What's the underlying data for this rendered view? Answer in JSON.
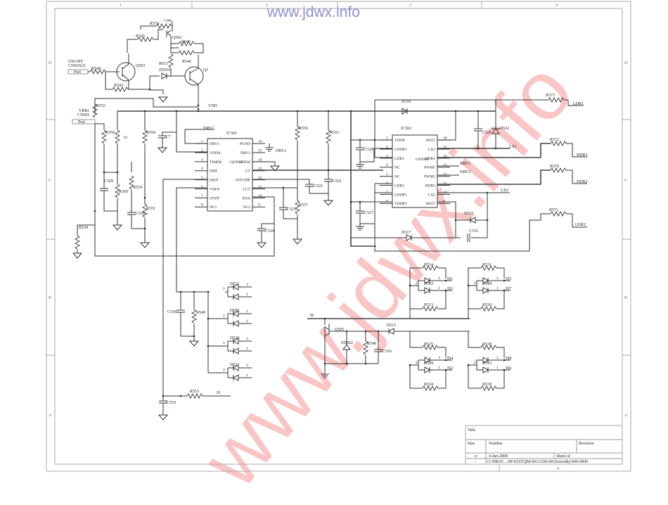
{
  "watermark": {
    "top_text": "www.jdwx.info",
    "diagonal_text": "www.jdwx.info"
  },
  "frame": {
    "columns": [
      "1",
      "2",
      "3",
      "4"
    ],
    "rows": [
      "D",
      "C",
      "B",
      "A"
    ],
    "bottom_column": "4"
  },
  "title_block": {
    "title_label": "Title",
    "size_label": "Size",
    "number_label": "Number",
    "revision_label": "Revision",
    "size_value": "e:",
    "date": "4-Jan-2008",
    "sheet_label": "Sheet   of",
    "file_prefix": ":",
    "file_path": "G:\\PROJ\\...\\SP-P2STQM-00\\G1D0-00\\DrawnBy\\000-0000"
  },
  "power_section": {
    "supply": "+24v",
    "on_off_label": "ON/OFF",
    "on_off_connector": "CN603(3)",
    "port_label": "Port",
    "vbri_label": "VBRI",
    "vbri_connector": "CN603",
    "vdd_label": "VDD",
    "components": [
      "R574",
      "R545",
      "Q502",
      "R547",
      "R544",
      "Q503",
      "R615",
      "R546",
      "ZD501",
      "Q1",
      "R543",
      "R552"
    ]
  },
  "ic501": {
    "ref": "IC501",
    "part": "OZ9939",
    "left_pins": [
      {
        "num": "1",
        "name": "DRV1"
      },
      {
        "num": "2",
        "name": "VDDA"
      },
      {
        "num": "3",
        "name": "TIMER"
      },
      {
        "num": "4",
        "name": "DIM"
      },
      {
        "num": "5",
        "name": "ISEN"
      },
      {
        "num": "6",
        "name": "VSEN"
      },
      {
        "num": "7",
        "name": "OVPT"
      },
      {
        "num": "8",
        "name": "NC1"
      }
    ],
    "right_pins": [
      {
        "num": "16",
        "name": "PGND"
      },
      {
        "num": "15",
        "name": "DRV2"
      },
      {
        "num": "14",
        "name": "GNDA"
      },
      {
        "num": "13",
        "name": "CT"
      },
      {
        "num": "12",
        "name": "SSTCMP"
      },
      {
        "num": "11",
        "name": "LCT"
      },
      {
        "num": "10",
        "name": "ENA"
      },
      {
        "num": "9",
        "name": "NC2"
      }
    ],
    "net_labels": [
      "DRV1",
      "DRV2"
    ]
  },
  "ic502": {
    "ref": "IC502",
    "part": "OZ9982",
    "left_pins": [
      {
        "num": "1",
        "name": "VDDP"
      },
      {
        "num": "2",
        "name": "GNDP1"
      },
      {
        "num": "3",
        "name": "LDR1"
      },
      {
        "num": "4",
        "name": "NC"
      },
      {
        "num": "5",
        "name": "NC"
      },
      {
        "num": "6",
        "name": "LDR2"
      },
      {
        "num": "7",
        "name": "GNDP2"
      },
      {
        "num": "8",
        "name": "VDDP2"
      }
    ],
    "right_pins": [
      {
        "num": "16",
        "name": "BST1"
      },
      {
        "num": "15",
        "name": "LX1"
      },
      {
        "num": "14",
        "name": "HDR1"
      },
      {
        "num": "13",
        "name": "PWM1"
      },
      {
        "num": "12",
        "name": "PWM2"
      },
      {
        "num": "11",
        "name": "HDR2"
      },
      {
        "num": "10",
        "name": "LX2"
      },
      {
        "num": "9",
        "name": "BST2"
      }
    ],
    "net_labels": {
      "lx1": "LX1",
      "drv1": "DRV1",
      "drv2": "DRV2",
      "lx2": "LX2"
    }
  },
  "outputs": {
    "r573": "R573",
    "ldr1": "LDR1",
    "r572": "R572",
    "hdr1": "HDR1",
    "r570": "R570",
    "hdr2": "HDR2",
    "r571": "R571",
    "ldr2": "LDR2",
    "d516": "D516",
    "d522": "D522",
    "c526": "C526",
    "d523": "D523",
    "c525": "C525",
    "d517": "D517",
    "c528": "C528",
    "c527": "C527"
  },
  "mid_components": {
    "r559": "R559",
    "r2": "r2",
    "r550": "R550",
    "c7": "C7",
    "c529": "C529",
    "r560": "R560",
    "r554": "R554",
    "c528b": "C528",
    "r551": "R551",
    "r534": "R534",
    "r556": "R556",
    "r555": "R555",
    "c522": "C522",
    "c521": "C521",
    "r557": "R557",
    "c523": "C523",
    "c524": "C524"
  },
  "sense_section": {
    "c518": "C518",
    "r549": "R549",
    "r553": "R553",
    "c519": "C519",
    "is_label": "IS",
    "diodes": [
      {
        "ref": "D511",
        "pins": [
          "2",
          "3",
          "1"
        ]
      },
      {
        "ref": "D505",
        "pins": [
          "2",
          "3",
          "1"
        ]
      },
      {
        "ref": "D520",
        "pins": [
          "2",
          "3",
          "1"
        ]
      },
      {
        "ref": "D521",
        "pins": [
          "2",
          "3",
          "1"
        ]
      }
    ]
  },
  "is_section": {
    "is_label": "IS",
    "q505": "Q505",
    "zd502": "ZD502",
    "r548": "R548",
    "c516": "C516",
    "d515": "D515",
    "groups": [
      {
        "r_top": "R514",
        "diode": "D503",
        "r_bot": "R513",
        "out_a": "IS1",
        "out_b": "IS3"
      },
      {
        "r_top": "R531",
        "diode": "D509",
        "r_bot": "R530",
        "out_a": "IS5",
        "out_b": "IS7"
      },
      {
        "r_top": "R525",
        "diode": "D529",
        "r_bot": "R524",
        "out_a": "IS4",
        "out_b": "IS2"
      },
      {
        "r_top": "R538",
        "diode": "D513",
        "r_bot": "R539",
        "out_a": "IS8",
        "out_b": "IS6"
      }
    ]
  }
}
